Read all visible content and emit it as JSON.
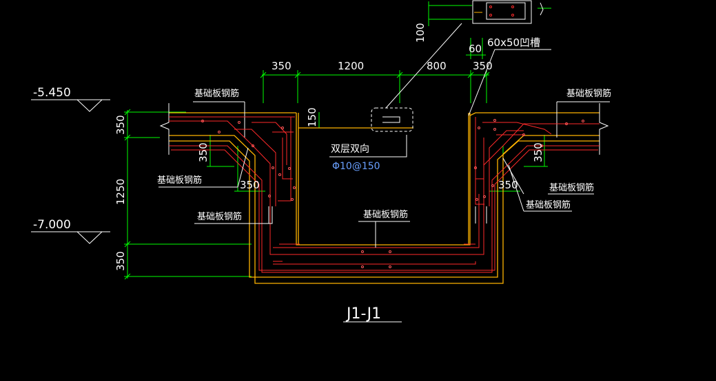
{
  "drawing": {
    "title": "J1-J1",
    "levels": {
      "top": "-5.450",
      "bottom": "-7.000"
    },
    "top_dims": [
      "350",
      "1200",
      "800",
      "350"
    ],
    "left_dims": [
      "350",
      "1250",
      "350"
    ],
    "inner_dims": {
      "left_350": "350",
      "right_350": "350",
      "slab_150": "150",
      "slope_left": "350",
      "slope_right": "350"
    },
    "groove": {
      "dim_100": "100",
      "dim_60": "60",
      "label": "60x50凹槽"
    },
    "labels": {
      "slab_rebar": "基础板钢筋",
      "double_layer": "双层双向",
      "spec": "Φ10@150"
    },
    "colors": {
      "background": "#000000",
      "outline": "#ffb400",
      "rebar": "#ff2a2a",
      "dimension": "#00ff00",
      "leader": "#ffffff",
      "spec": "#6aa0ff"
    }
  }
}
